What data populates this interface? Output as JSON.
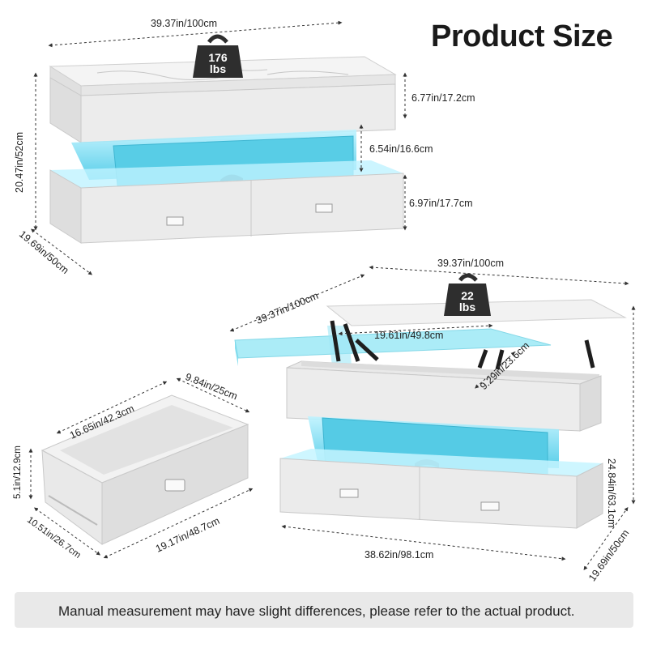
{
  "title": "Product Size",
  "colors": {
    "led": "#59d8f0",
    "panel": "#ececec",
    "panel_dark": "#d6d6d6",
    "marble": "#f3f3f3",
    "weight_icon": "#2e2e2e",
    "warning": "#f3a81d"
  },
  "icons": [
    "weight-icon",
    "warning-icon",
    "drawer-handle-icon"
  ],
  "table_closed": {
    "width": "39.37in/100cm",
    "height": "20.47in/52cm",
    "depth": "19.69in/50cm",
    "top_section": "6.77in/17.2cm",
    "middle_section": "6.54in/16.6cm",
    "drawer_section": "6.97in/17.7cm",
    "weight_value": "176",
    "weight_unit": "lbs"
  },
  "table_lifted": {
    "top_width": "39.37in/100cm",
    "lift_width": "39.37in/100cm",
    "inner_width": "19.61in/49.8cm",
    "inner_depth": "9.29in/23.6cm",
    "height": "24.84in/63.1cm",
    "base_width": "38.62in/98.1cm",
    "depth": "19.69in/50cm",
    "weight_value": "22",
    "weight_unit": "lbs"
  },
  "drawer": {
    "width": "16.65in/42.3cm",
    "depth_top": "9.84in/25cm",
    "height": "5.1in/12.9cm",
    "front_width": "10.51in/26.7cm",
    "length": "19.17in/48.7cm"
  },
  "notice": "Manual measurement may have slight differences, please refer to the actual product."
}
